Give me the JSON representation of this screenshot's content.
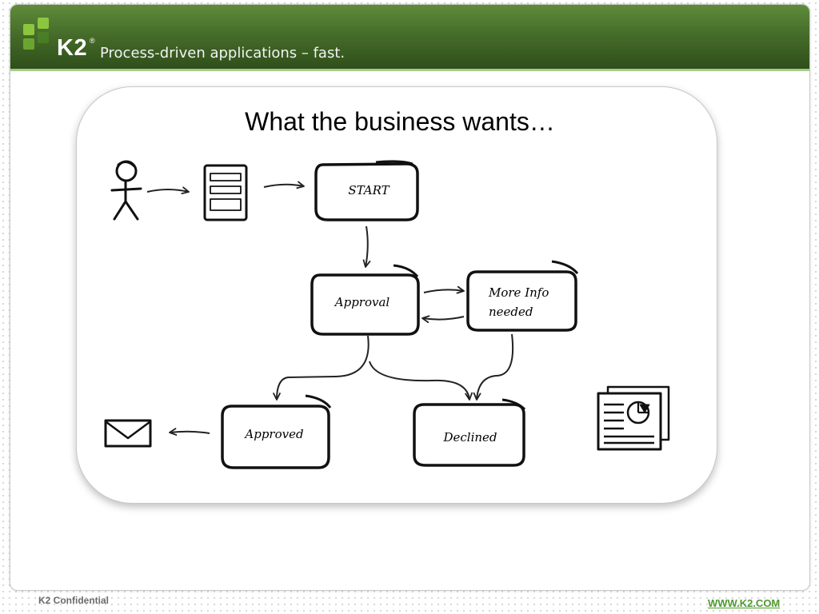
{
  "header": {
    "brand": "K2",
    "brand_mark": "®",
    "tagline": "Process-driven applications – fast.",
    "logo_colors": [
      "#8cc63f",
      "#8cc63f",
      "#6aa62f",
      "#4f8a25"
    ]
  },
  "slide": {
    "title": "What the business wants…"
  },
  "diagram": {
    "icons": [
      "stick-figure-icon",
      "form-document-icon",
      "envelope-icon",
      "report-document-icon"
    ],
    "nodes": {
      "start": "START",
      "approval": "Approval",
      "more_info_line1": "More Info",
      "more_info_line2": "needed",
      "approved": "Approved",
      "declined": "Declined"
    }
  },
  "footer": {
    "confidential": "K2 Confidential",
    "website": "WWW.K2.COM",
    "link_color": "#4f9a2f"
  }
}
